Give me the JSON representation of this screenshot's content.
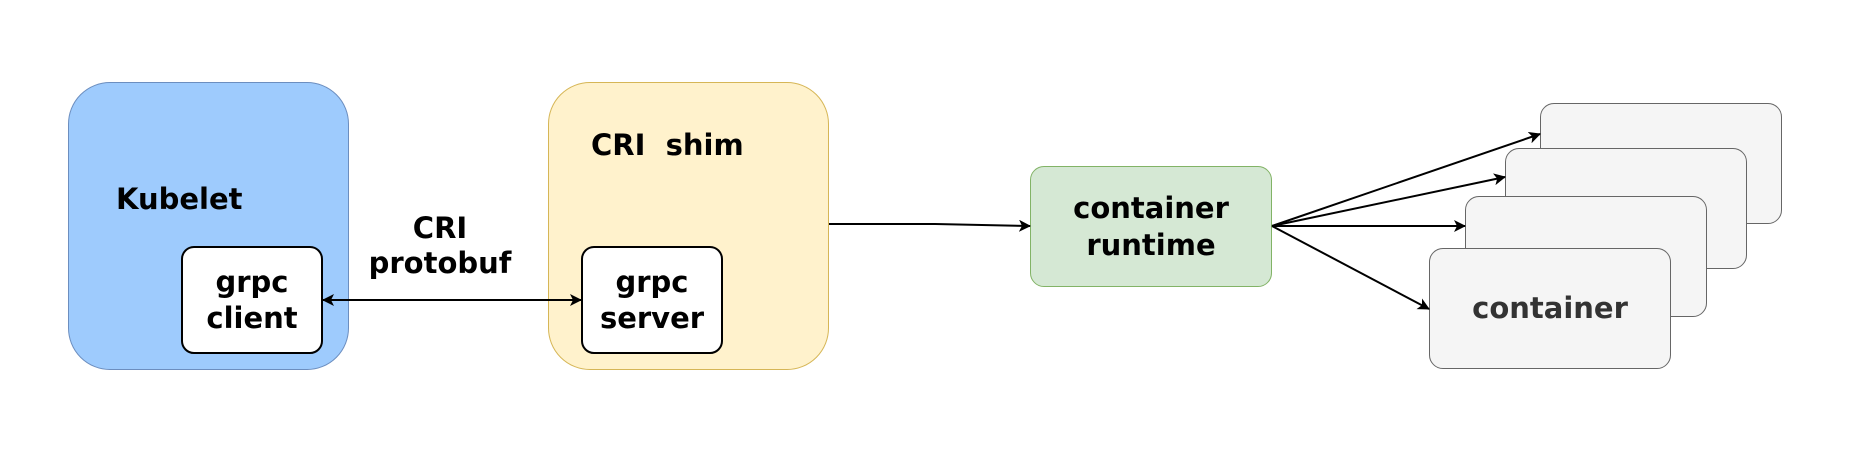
{
  "nodes": {
    "kubelet": {
      "label": "Kubelet",
      "fill": "#9ecbfd",
      "stroke": "#6c8ebf"
    },
    "cri_shim": {
      "label": "CRI  shim",
      "fill": "#fff2cc",
      "stroke": "#d6b656"
    },
    "grpc_client": {
      "line1": "grpc",
      "line2": "client"
    },
    "grpc_server": {
      "line1": "grpc",
      "line2": "server"
    },
    "container_runtime": {
      "line1": "container",
      "line2": "runtime",
      "fill": "#d5e8d4",
      "stroke": "#82b366"
    },
    "container": {
      "label": "container",
      "fill": "#f5f5f5",
      "stroke": "#666666"
    }
  },
  "edges": {
    "grpc_link": {
      "line1": "CRI",
      "line2": "protobuf"
    }
  }
}
